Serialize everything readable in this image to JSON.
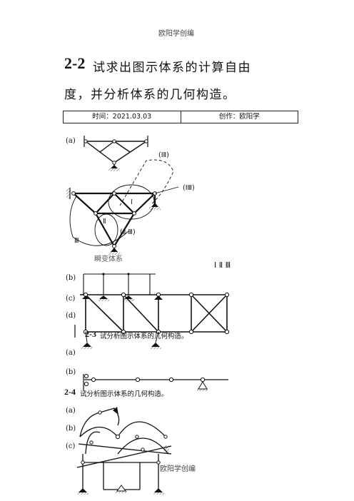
{
  "header": {
    "top_text": "欧阳学创编",
    "bottom_text": "欧阳学创编"
  },
  "title": {
    "number": "2-2",
    "line1": "试求出图示体系的计算自由",
    "line2": "度，并分析体系的几何构造。"
  },
  "meta": {
    "time": "时间：2021.03.03",
    "author": "创作：欧阳学"
  },
  "labels": {
    "a1": "(a)",
    "roman_I_II": "(ⅠⅡ)",
    "roman_I_III": "(ⅠⅢ)",
    "roman_I": "Ⅰ",
    "roman_II": "Ⅱ",
    "roman_II_III": "(Ⅱ Ⅲ)",
    "roman_III": "Ⅲ",
    "instant_system": "瞬变体系",
    "roman_I_II_III": "Ⅰ Ⅱ Ⅲ",
    "b1": "(b)",
    "c1": "(c)",
    "d1": "(d)",
    "a2": "(a)",
    "b2": "(b)",
    "a3": "(a)",
    "b3": "(b)",
    "c3": "(c)"
  },
  "problems": {
    "p23_num": "2-3",
    "p23_text": "试分析图示体系的几何构造。",
    "p24_num": "2-4",
    "p24_text": "试分析图示体系的几何构造。"
  }
}
